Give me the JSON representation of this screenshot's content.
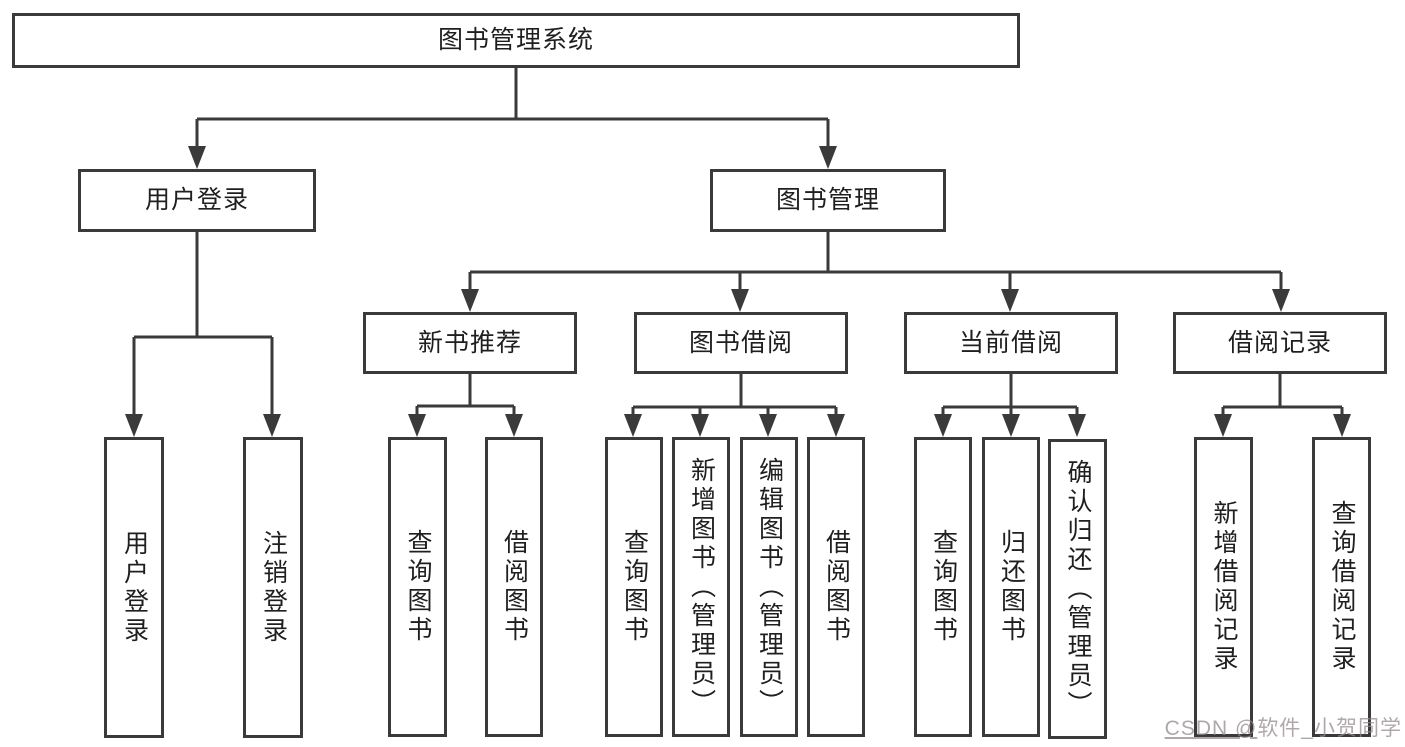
{
  "diagram": {
    "root": {
      "label": "图书管理系统"
    },
    "user_login": {
      "label": "用户登录",
      "children": {
        "login": {
          "label": "用户登录"
        },
        "logout": {
          "label": "注销登录"
        }
      }
    },
    "book_mgmt": {
      "label": "图书管理",
      "sections": {
        "new_book": {
          "label": "新书推荐",
          "children": {
            "query": {
              "label": "查询图书"
            },
            "borrow": {
              "label": "借阅图书"
            }
          }
        },
        "book_borrow": {
          "label": "图书借阅",
          "children": {
            "query": {
              "label": "查询图书"
            },
            "add": {
              "label": "新增图书（管理员）"
            },
            "edit": {
              "label": "编辑图书（管理员）"
            },
            "borrow": {
              "label": "借阅图书"
            }
          }
        },
        "current_borrow": {
          "label": "当前借阅",
          "children": {
            "query": {
              "label": "查询图书"
            },
            "return_book": {
              "label": "归还图书"
            },
            "confirm": {
              "label": "确认归还（管理员）"
            }
          }
        },
        "borrow_record": {
          "label": "借阅记录",
          "children": {
            "add": {
              "label": "新增借阅记录"
            },
            "query": {
              "label": "查询借阅记录"
            }
          }
        }
      }
    },
    "watermark": {
      "prefix": "CSDN @",
      "name": "软件_小贺同学"
    },
    "colors": {
      "line": "#3a3a3a",
      "text": "#1f1f1f",
      "box_background": "#ffffff",
      "page_background": "#ffffff",
      "watermark": "#968a8d"
    }
  }
}
